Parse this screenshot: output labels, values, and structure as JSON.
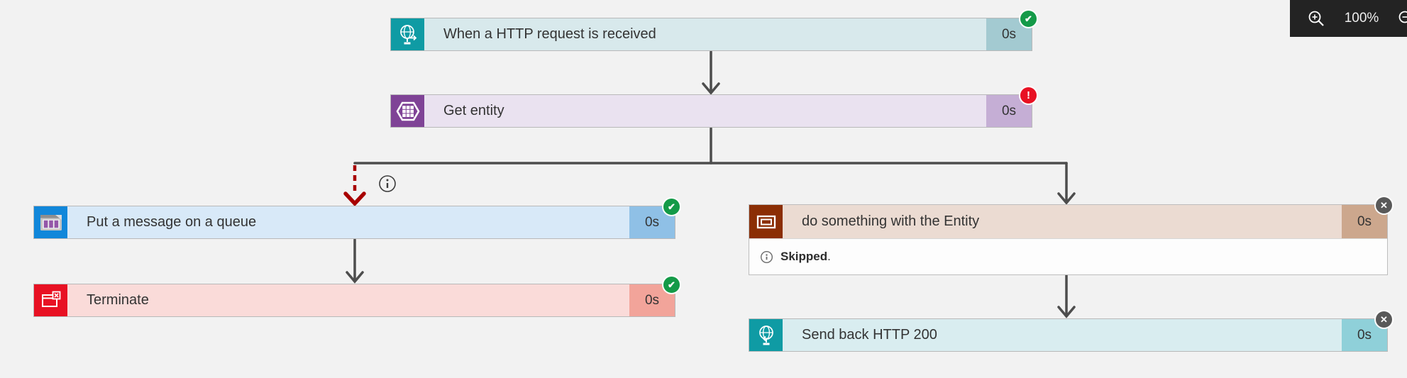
{
  "toolbar": {
    "zoom_level": "100%"
  },
  "colors": {
    "canvas_bg": "#f2f2f2",
    "toolbar_bg": "#232323",
    "connector": "#4d4d4d",
    "failed_connector": "#a80000",
    "node_border": "#b9b9b9",
    "success_badge": "#149a48",
    "error_badge": "#e81123",
    "skipped_badge": "#595959"
  },
  "nodes": [
    {
      "label": "When a HTTP request is received",
      "duration": "0s",
      "icon": "http-request-icon",
      "icon_bg": "#0f9ba4",
      "bar_bg": "#d8e9ec",
      "duration_bg": "#a3cad1",
      "badge_glyph": "✔",
      "badge_bg": "#149a48"
    },
    {
      "label": "Get entity",
      "duration": "0s",
      "icon": "table-entity-icon",
      "icon_bg": "#7f4396",
      "bar_bg": "#eae2f0",
      "duration_bg": "#c5aed5",
      "badge_glyph": "!",
      "badge_bg": "#e81123"
    },
    {
      "label": "Put a message on a queue",
      "duration": "0s",
      "icon": "queue-icon",
      "icon_bg": "#1187da",
      "bar_bg": "#d8e9f8",
      "duration_bg": "#8fc0e6",
      "badge_glyph": "✔",
      "badge_bg": "#149a48"
    },
    {
      "label": "Terminate",
      "duration": "0s",
      "icon": "terminate-icon",
      "icon_bg": "#e81123",
      "bar_bg": "#fadbd9",
      "duration_bg": "#f2a49a",
      "badge_glyph": "✔",
      "badge_bg": "#149a48"
    },
    {
      "label": "do something with the Entity",
      "duration": "0s",
      "icon": "scope-icon",
      "icon_bg": "#8b2e04",
      "bar_bg": "#ebdbd2",
      "duration_bg": "#cca78d",
      "badge_glyph": "✕",
      "badge_bg": "#595959",
      "status_text": "Skipped",
      "status_suffix": "."
    },
    {
      "label": "Send back HTTP 200",
      "duration": "0s",
      "icon": "http-response-icon",
      "icon_bg": "#0f9ba4",
      "bar_bg": "#d9edf0",
      "duration_bg": "#8fd0d9",
      "badge_glyph": "✕",
      "badge_bg": "#595959"
    }
  ]
}
